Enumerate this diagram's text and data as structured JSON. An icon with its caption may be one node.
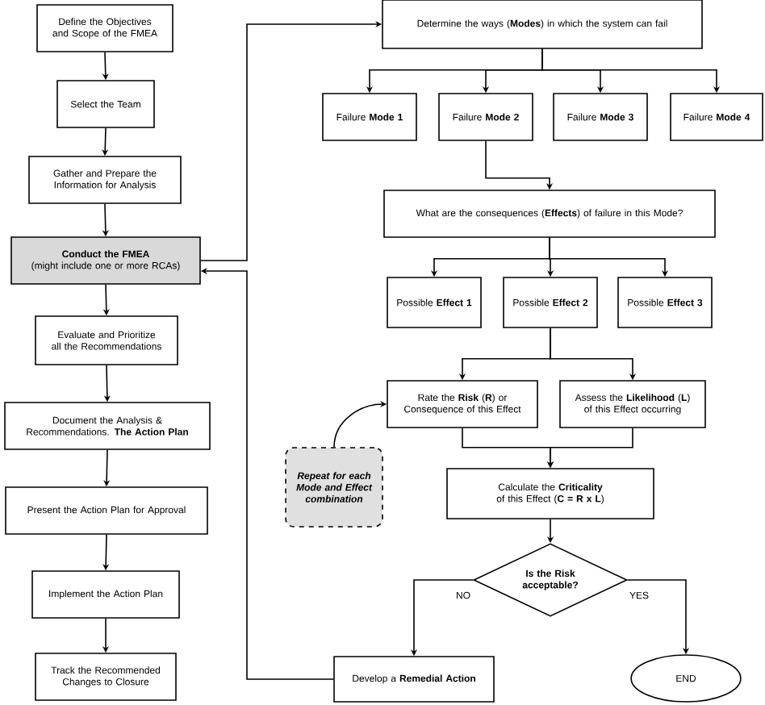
{
  "diagram": {
    "nodes": [
      {
        "text": [
          "Define the Objectives and Scope of the FMEA"
        ]
      },
      {
        "text": [
          "Select the Team"
        ]
      },
      {
        "text": [
          "Gather and Prepare the Information for Analysis"
        ]
      },
      {
        "text": [
          "Conduct the FMEA",
          "(might include one or more RCAs)"
        ]
      },
      {
        "text": [
          "Evaluate and Prioritize all the Recommendations"
        ]
      },
      {
        "text": [
          "Document the Analysis & Recommendations. **The Action Plan**"
        ]
      },
      {
        "text": [
          "Present the Action Plan for Approval"
        ]
      },
      {
        "text": [
          "Implement the Action Plan"
        ]
      },
      {
        "text": [
          "Track the Recommended Changes to Closure"
        ]
      },
      {
        "text": [
          "Determine the ways (**Modes**) in which the system can fail"
        ]
      },
      {
        "text": [
          "Failure **Mode 1**"
        ]
      },
      {
        "text": [
          "Failure **Mode 2**"
        ]
      },
      {
        "text": [
          "Failure **Mode 3**"
        ]
      },
      {
        "text": [
          "Failure **Mode 4**"
        ]
      },
      {
        "text": [
          "What are the consequences (**Effects**) of failure in this Mode?"
        ]
      },
      {
        "text": [
          "Possible **Effect 1**"
        ]
      },
      {
        "text": [
          "Possible **Effect 2**"
        ]
      },
      {
        "text": [
          "Possible **Effect 3**"
        ]
      },
      {
        "text": [
          "Rate the **Risk** (**R**) or Consequence of this Effect"
        ]
      },
      {
        "text": [
          "Assess the **Likelihood** (**L**) of this Effect occurring"
        ]
      },
      {
        "text": [
          "Calculate the **Criticality** of this Effect (**C = R x L**)"
        ]
      },
      {
        "text": [
          "Is the Risk acceptable?"
        ]
      },
      {
        "text": [
          "Develop a **Remedial Action**"
        ]
      },
      {
        "text": [
          "END"
        ]
      },
      {
        "text": [
          "Repeat for each Mode and Effect combination"
        ]
      }
    ],
    "edges": [
      {
        "from": 0,
        "to": 1,
        "arrow": "to"
      },
      {
        "from": 1,
        "to": 2,
        "arrow": "to"
      },
      {
        "from": 2,
        "to": 3,
        "arrow": "to"
      },
      {
        "from": 3,
        "to": 4,
        "arrow": "to"
      },
      {
        "from": 4,
        "to": 5,
        "arrow": "to"
      },
      {
        "from": 5,
        "to": 6,
        "arrow": "to"
      },
      {
        "from": 6,
        "to": 7,
        "arrow": "to"
      },
      {
        "from": 7,
        "to": 8,
        "arrow": "to"
      },
      {
        "from": 3,
        "to": 9,
        "arrow": "to"
      },
      {
        "from": 22,
        "to": 3,
        "arrow": "to"
      },
      {
        "from": 9,
        "to": 10,
        "arrow": "to"
      },
      {
        "from": 9,
        "to": 11,
        "arrow": "to"
      },
      {
        "from": 9,
        "to": 12,
        "arrow": "to"
      },
      {
        "from": 9,
        "to": 13,
        "arrow": "to"
      },
      {
        "from": 11,
        "to": 14,
        "arrow": "to"
      },
      {
        "from": 14,
        "to": 15,
        "arrow": "to"
      },
      {
        "from": 14,
        "to": 16,
        "arrow": "to"
      },
      {
        "from": 14,
        "to": 17,
        "arrow": "to"
      },
      {
        "from": 16,
        "to": 18,
        "arrow": "to"
      },
      {
        "from": 16,
        "to": 19,
        "arrow": "to"
      },
      {
        "from": 18,
        "to": 20,
        "arrow": "to"
      },
      {
        "from": 19,
        "to": 20,
        "arrow": "to"
      },
      {
        "from": 20,
        "to": 21,
        "arrow": "to"
      },
      {
        "from": 21,
        "to": 22,
        "arrow": "to",
        "label": "NO"
      },
      {
        "from": 21,
        "to": 23,
        "arrow": "to",
        "label": "YES"
      },
      {
        "from": 24,
        "to": 18,
        "arrow": "to"
      }
    ]
  }
}
